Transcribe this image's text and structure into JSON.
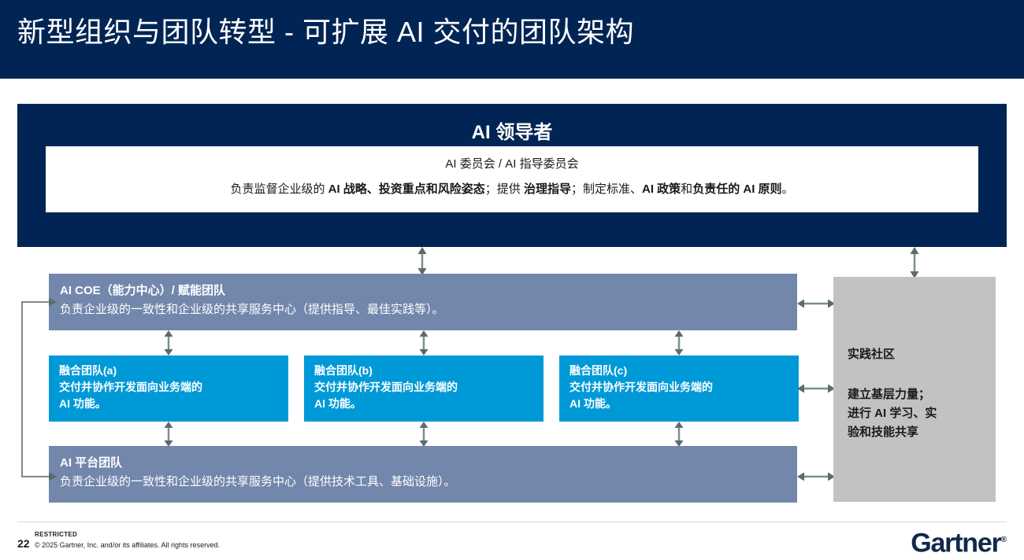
{
  "slide": {
    "title": "新型组织与团队转型 - 可扩展 AI 交付的团队架构",
    "page_number": "22",
    "banner_color": "#002554"
  },
  "leaders": {
    "heading": "AI 领导者",
    "card_line1": "AI 委员会 / AI 指导委员会",
    "card_line2_parts": [
      {
        "text": "负责监督企业级的 ",
        "bold": false
      },
      {
        "text": "AI 战略、投资重点和风险姿态",
        "bold": true
      },
      {
        "text": "；提供 ",
        "bold": false
      },
      {
        "text": "治理指导",
        "bold": true
      },
      {
        "text": "；制定标准、",
        "bold": false
      },
      {
        "text": "AI 政策",
        "bold": true
      },
      {
        "text": "和",
        "bold": false
      },
      {
        "text": "负责任的 AI 原则",
        "bold": true
      },
      {
        "text": "。",
        "bold": false
      }
    ],
    "card_line2_plain": "负责监督企业级的 AI 战略、投资重点和风险姿态；提供 治理指导；制定标准、AI 政策和负责任的 AI 原则。"
  },
  "coe": {
    "title": "AI COE（能力中心）/ 赋能团队",
    "desc": "负责企业级的一致性和企业级的共享服务中心（提供指导、最佳实践等）。",
    "color": "#7287ab"
  },
  "platform": {
    "title": "AI 平台团队",
    "desc": "负责企业级的一致性和企业级的共享服务中心（提供技术工具、基础设施）。",
    "color": "#7287ab"
  },
  "fusion_teams": [
    {
      "title": "融合团队(a)",
      "desc_line1": "交付并协作开发面向业务端的",
      "desc_line2": "AI 功能。",
      "color": "#0099d8"
    },
    {
      "title": "融合团队(b)",
      "desc_line1": "交付并协作开发面向业务端的",
      "desc_line2": "AI 功能。",
      "color": "#0099d8"
    },
    {
      "title": "融合团队(c)",
      "desc_line1": "交付并协作开发面向业务端的",
      "desc_line2": "AI 功能。",
      "color": "#0099d8"
    }
  ],
  "community_of_practice": {
    "title": "实践社区",
    "desc_line1": "建立基层力量；",
    "desc_line2": "进行 AI 学习、实",
    "desc_line3": "验和技能共享",
    "color": "#c2c2c2"
  },
  "footer": {
    "restricted": "RESTRICTED",
    "copyright": "© 2025 Gartner, Inc. and/or its affiliates. All rights reserved.",
    "brand": "Gartner",
    "brand_mark": "®"
  }
}
